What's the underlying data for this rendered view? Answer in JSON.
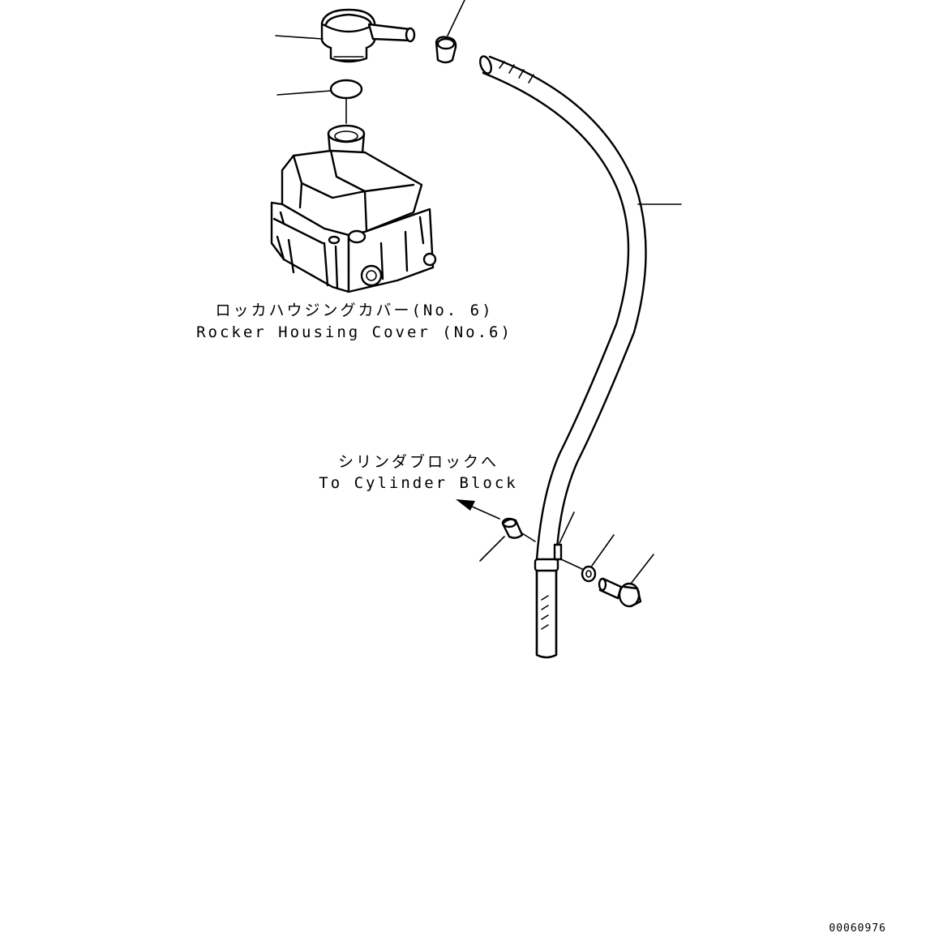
{
  "labels": {
    "rocker_cover_jp": "ロッカハウジングカバー(No. 6)",
    "rocker_cover_en": "Rocker Housing Cover (No.6)",
    "cylinder_block_jp": "シリンダブロックへ",
    "cylinder_block_en": "To Cylinder Block"
  },
  "drawing_number": "00060976"
}
